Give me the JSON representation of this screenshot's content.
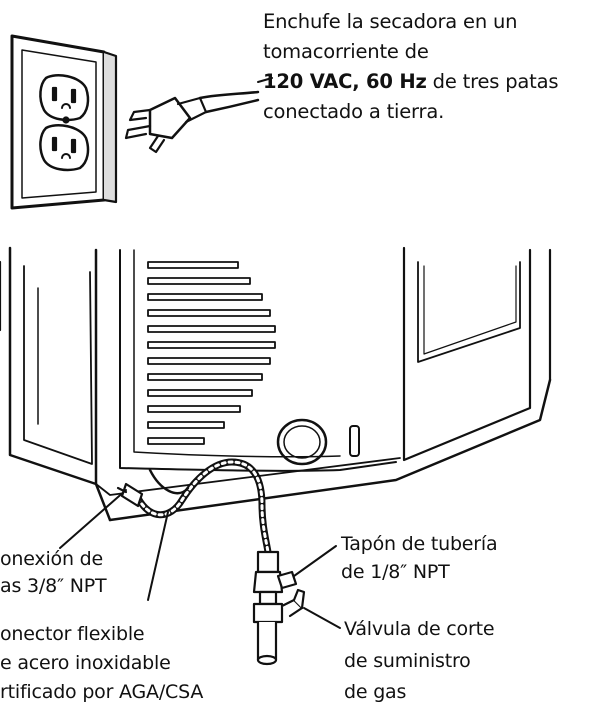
{
  "outlet_instruction": {
    "line1": "Enchufe la secadora en un",
    "line2": "tomacorriente de",
    "line3_bold": "120 VAC, 60 Hz",
    "line3_rest": " de tres patas",
    "line4": "conectado a tierra."
  },
  "labels": {
    "gas_connection": [
      "onexión de",
      "as 3/8″ NPT"
    ],
    "flex_connector": [
      "onector flexible",
      "e acero inoxidable",
      "rtificado por AGA/CSA"
    ],
    "pipe_plug": [
      "Tapón de tubería",
      "de 1/8″ NPT"
    ],
    "shutoff_valve": [
      "Válvula de corte",
      "de suministro",
      "de gas"
    ]
  },
  "colors": {
    "ink": "#111111",
    "background": "#ffffff"
  }
}
